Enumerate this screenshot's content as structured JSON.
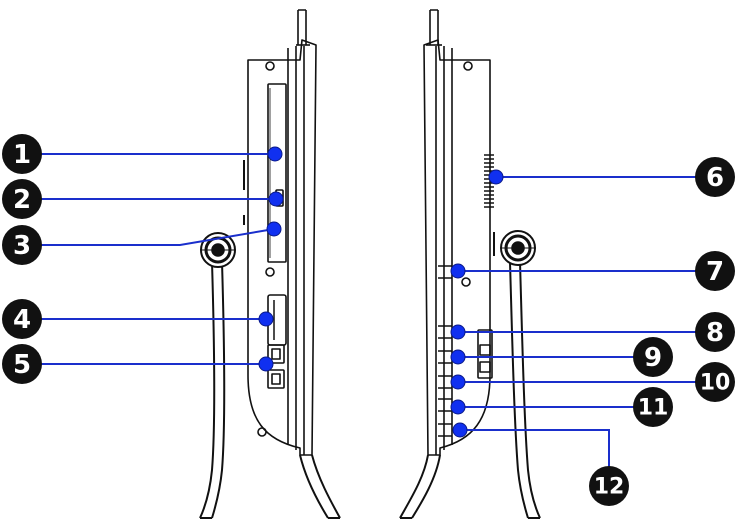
{
  "colors": {
    "outline": "#111111",
    "callout_line": "#1a2fcc",
    "marker_fill": "#1030f0",
    "badge_fill": "#111111",
    "badge_text": "#ffffff"
  },
  "callouts": [
    {
      "number": "1",
      "feature": "optical-drive"
    },
    {
      "number": "2",
      "feature": "eject-button"
    },
    {
      "number": "3",
      "feature": "drive-activity-led"
    },
    {
      "number": "4",
      "feature": "card-reader-slot"
    },
    {
      "number": "5",
      "feature": "usb-ports"
    },
    {
      "number": "6",
      "feature": "ventilator"
    },
    {
      "number": "7",
      "feature": "port-7"
    },
    {
      "number": "8",
      "feature": "port-8"
    },
    {
      "number": "9",
      "feature": "port-9"
    },
    {
      "number": "10",
      "feature": "port-10"
    },
    {
      "number": "11",
      "feature": "port-11"
    },
    {
      "number": "12",
      "feature": "port-12"
    }
  ]
}
